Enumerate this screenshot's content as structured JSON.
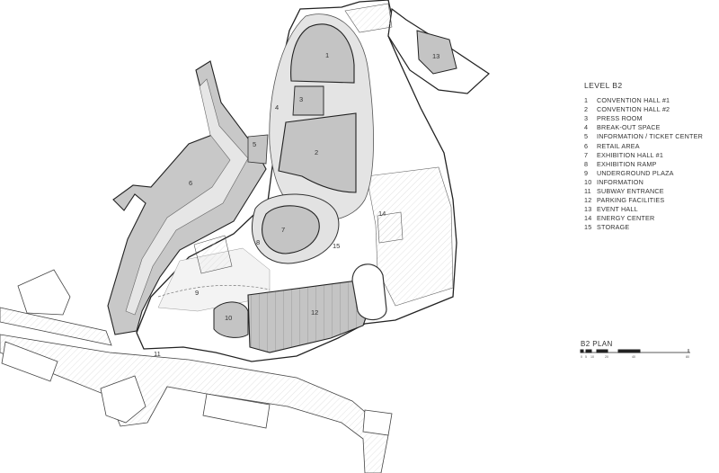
{
  "legend": {
    "title": "LEVEL B2",
    "items": [
      {
        "num": "1",
        "label": "CONVENTION HALL #1"
      },
      {
        "num": "2",
        "label": "CONVENTION HALL #2"
      },
      {
        "num": "3",
        "label": "PRESS ROOM"
      },
      {
        "num": "4",
        "label": "BREAK-OUT SPACE"
      },
      {
        "num": "5",
        "label": "INFORMATION / TICKET CENTER"
      },
      {
        "num": "6",
        "label": "RETAIL AREA"
      },
      {
        "num": "7",
        "label": "EXHIBITION HALL #1"
      },
      {
        "num": "8",
        "label": "EXHIBITION RAMP"
      },
      {
        "num": "9",
        "label": "UNDERGROUND PLAZA"
      },
      {
        "num": "10",
        "label": "INFORMATION"
      },
      {
        "num": "11",
        "label": "SUBWAY ENTRANCE"
      },
      {
        "num": "12",
        "label": "PARKING FACILITIES"
      },
      {
        "num": "13",
        "label": "EVENT HALL"
      },
      {
        "num": "14",
        "label": "ENERGY CENTER"
      },
      {
        "num": "15",
        "label": "STORAGE"
      }
    ]
  },
  "scale_bar": {
    "title": "B2 PLAN",
    "tick_labels": [
      "0",
      "5",
      "10",
      "20",
      "40",
      "80"
    ]
  },
  "plan_labels": [
    "1",
    "2",
    "3",
    "4",
    "5",
    "6",
    "7",
    "8",
    "9",
    "10",
    "11",
    "12",
    "13",
    "14",
    "15"
  ],
  "colors": {
    "hall_fill": "#c4c4c4",
    "outline": "#222222",
    "paper": "#ffffff",
    "circulation": "#e2e2e2"
  }
}
